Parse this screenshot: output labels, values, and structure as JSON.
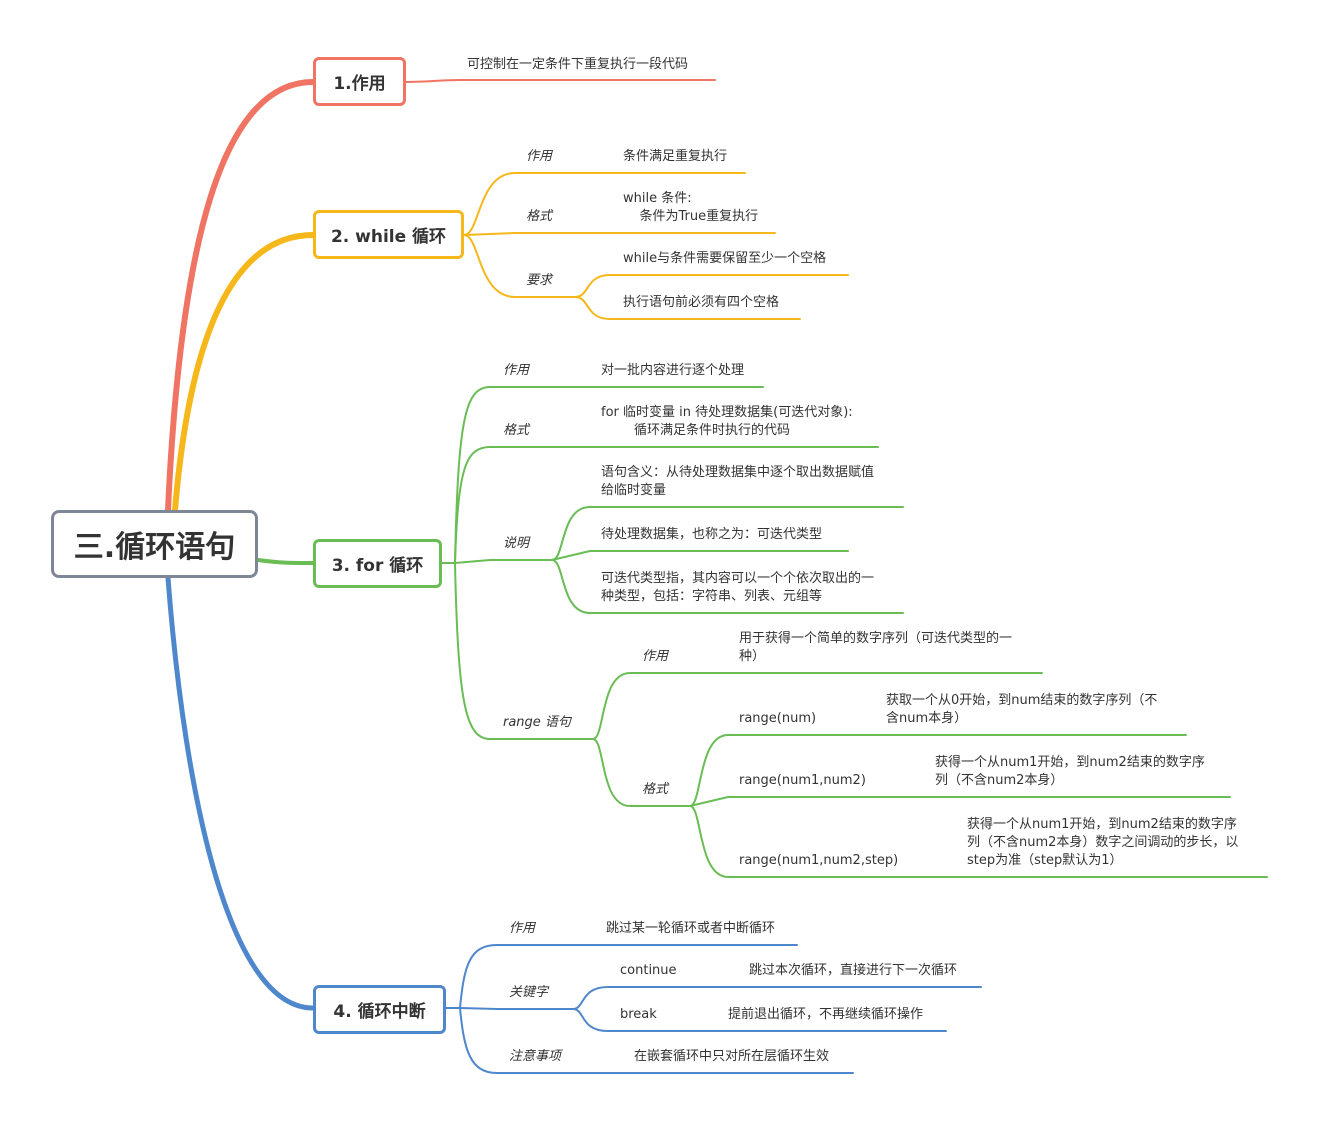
{
  "root": "三.循环语句",
  "colors": {
    "red": "#f07464",
    "orange": "#f5b719",
    "green": "#6abd55",
    "blue": "#4f87cd",
    "root_border": "#7f8797"
  },
  "b1": {
    "title": "1.作用",
    "desc": "可控制在一定条件下重复执行一段代码"
  },
  "b2": {
    "title": "2. while 循环",
    "use_label": "作用",
    "use_text": "条件满足重复执行",
    "fmt_label": "格式",
    "fmt_text": "while 条件:\n    条件为True重复执行",
    "req_label": "要求",
    "req_1": "while与条件需要保留至少一个空格",
    "req_2": "执行语句前必须有四个空格"
  },
  "b3": {
    "title": "3. for 循环",
    "use_label": "作用",
    "use_text": "对一批内容进行逐个处理",
    "fmt_label": "格式",
    "fmt_text": "for 临时变量 in 待处理数据集(可迭代对象):\n        循环满足条件时执行的代码",
    "note_label": "说明",
    "note_1": "语句含义：从待处理数据集中逐个取出数据赋值\n给临时变量",
    "note_2": "待处理数据集，也称之为：可迭代类型",
    "note_3": "可迭代类型指，其内容可以一个个依次取出的一\n种类型，包括：字符串、列表、元组等",
    "range_label": "range 语句",
    "range_use_label": "作用",
    "range_use_text": "用于获得一个简单的数字序列（可迭代类型的一\n种）",
    "range_fmt_label": "格式",
    "r1_key": "range(num)",
    "r1_text": "获取一个从0开始，到num结束的数字序列（不\n含num本身）",
    "r2_key": "range(num1,num2)",
    "r2_text": "获得一个从num1开始，到num2结束的数字序\n列（不含num2本身）",
    "r3_key": "range(num1,num2,step)",
    "r3_text": "获得一个从num1开始，到num2结束的数字序\n列（不含num2本身）数字之间调动的步长，以\nstep为准（step默认为1）"
  },
  "b4": {
    "title": "4. 循环中断",
    "use_label": "作用",
    "use_text": "跳过某一轮循环或者中断循环",
    "kw_label": "关键字",
    "kw_continue": "continue",
    "kw_continue_text": "跳过本次循环，直接进行下一次循环",
    "kw_break": "break",
    "kw_break_text": "提前退出循环，不再继续循环操作",
    "note_label": "注意事项",
    "note_text": "在嵌套循环中只对所在层循环生效"
  }
}
